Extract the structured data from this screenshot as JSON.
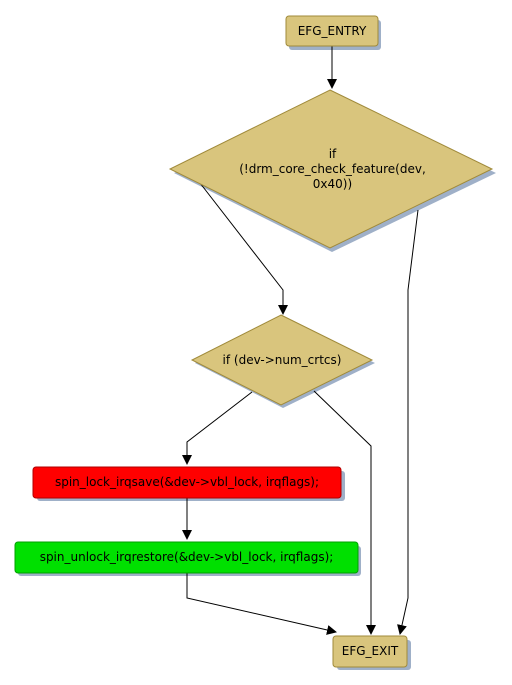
{
  "nodes": {
    "entry": {
      "label": "EFG_ENTRY",
      "fill": "#d9c57d"
    },
    "cond1": {
      "label": "if\n(!drm_core_check_feature(dev,\n0x40))",
      "fill": "#d9c57d"
    },
    "cond2": {
      "label": "if (dev->num_crtcs)",
      "fill": "#d9c57d"
    },
    "lock": {
      "label": "spin_lock_irqsave(&dev->vbl_lock, irqflags);",
      "fill": "#ff0000"
    },
    "unlock": {
      "label": "spin_unlock_irqrestore(&dev->vbl_lock, irqflags);",
      "fill": "#00e000"
    },
    "exit": {
      "label": "EFG_EXIT",
      "fill": "#d9c57d"
    }
  },
  "colors": {
    "border": "#a08a3a",
    "shadow": "#9fb0c8",
    "edge": "#000000"
  }
}
